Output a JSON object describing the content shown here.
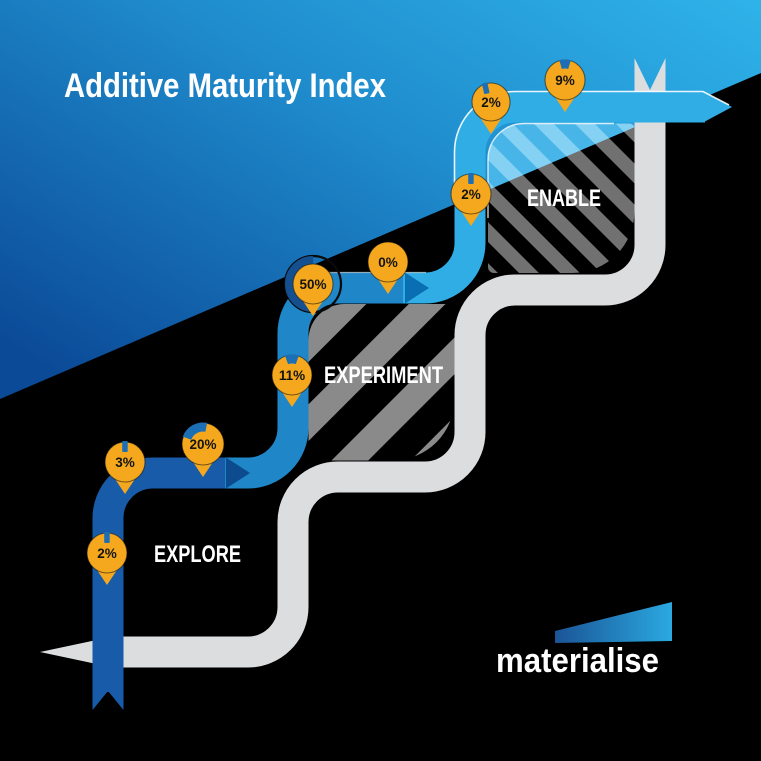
{
  "title": "Additive Maturity Index",
  "brand": {
    "logo_text": "materialise"
  },
  "stages": [
    {
      "label": "EXPLORE",
      "pins": [
        "2%",
        "3%",
        "20%"
      ]
    },
    {
      "label": "EXPERIMENT",
      "pins": [
        "11%",
        "50%",
        "0%"
      ]
    },
    {
      "label": "ENABLE",
      "pins": [
        "2%",
        "2%",
        "9%"
      ]
    }
  ],
  "colors": {
    "background": "#000000",
    "bg_blue_dark": "#0b4a97",
    "bg_blue_mid": "#1f8ccd",
    "bg_blue_light": "#2fb3e9",
    "track_gray": "#dcdddf",
    "stage1_blue": "#185CA9",
    "stage1_arrow": "#0D4B8F",
    "stage2_blue": "#1F86C8",
    "stage2_arrow": "#0A6FB2",
    "stage3_blue": "#2FADE4",
    "pin_orange": "#F5A81D",
    "pin_arc_blue": "#1d6fb5",
    "ring_blue_50": "#14508F",
    "label_white": "#ffffff",
    "swoosh_dark": "#1b5496",
    "swoosh_light": "#2aa9e0"
  }
}
